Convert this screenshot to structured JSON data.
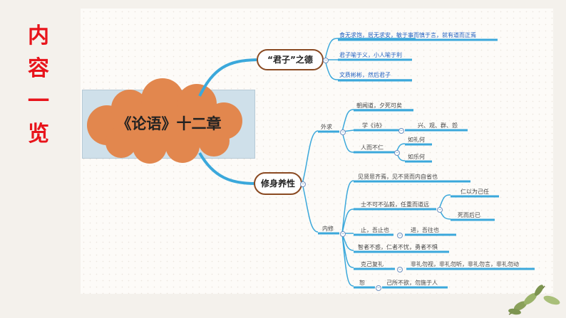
{
  "sidebar_title": [
    "内",
    "容",
    "一",
    "览"
  ],
  "center": "《论语》十二章",
  "branch_junzi": {
    "label": "“君子”之德",
    "items": [
      "食无求饱，居无求安，敏于事而慎于言，就有道而正焉",
      "君子喻于义，小人喻于利",
      "文质彬彬，然后君子"
    ]
  },
  "branch_xiushen": {
    "label": "修身养性",
    "waiqiu": {
      "label": "外求",
      "items": [
        "朝闻道，夕死可矣",
        "学《诗》",
        "人而不仁"
      ],
      "xueshi_child": "兴、观、群、怨",
      "renerburen_children": [
        "如礼何",
        "如乐何"
      ]
    },
    "neixiu": {
      "label": "内修",
      "items": [
        "见贤思齐焉，见不贤而内自省也",
        "士不可不弘毅，任重而道远",
        "止，吾止也",
        "智者不惑，仁者不忧，勇者不惧",
        "克己复礼",
        "恕"
      ],
      "shi_children": [
        "仁以为己任",
        "死而后已"
      ],
      "zhi_child": "进，吾往也",
      "keji_child": "非礼勿视，非礼勿听，非礼勿言，非礼勿动",
      "shu_child": "己所不欲，勿施于人"
    }
  },
  "colors": {
    "accent_red": "#e8141b",
    "branch_blue": "#3ba8db",
    "cloud": "#e2874e",
    "pill_border": "#8a4a22"
  }
}
